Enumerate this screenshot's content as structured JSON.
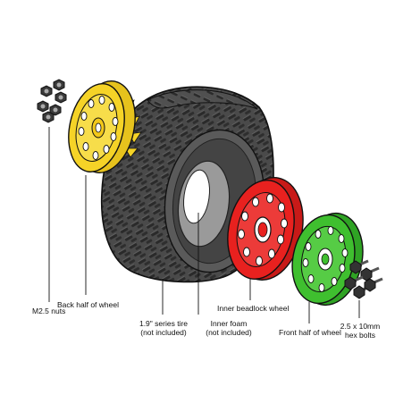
{
  "labels": {
    "nuts": "M2.5 nuts",
    "back_half": "Back half of wheel",
    "tire_line1": "1.9\" series tire",
    "tire_line2": "(not included)",
    "foam_line1": "Inner foam",
    "foam_line2": "(not included)",
    "beadlock": "Inner beadlock wheel",
    "front_half": "Front half of wheel",
    "bolts_line1": "2.5 x 10mm",
    "bolts_line2": "hex bolts"
  },
  "colors": {
    "back_wheel": "#f5d327",
    "beadlock_wheel": "#e8211f",
    "front_wheel": "#3fbf2f",
    "tire": "#3a3a3a",
    "outline": "#111111"
  }
}
